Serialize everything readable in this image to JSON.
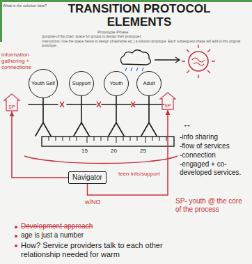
{
  "diagram": {
    "title": "TRANSITION PROTOCOL ELEMENTS",
    "nodes": [
      {
        "text": [
          "Youth Self"
        ]
      },
      {
        "text": [
          "Support"
        ]
      },
      {
        "text": [
          "Youth"
        ]
      },
      {
        "text": [
          "Adult"
        ]
      },
      {
        "text": [
          "Navigator"
        ]
      },
      {
        "text": [
          "SP"
        ]
      },
      {
        "text": [
          "SP"
        ]
      }
    ],
    "edges": [
      {
        "from": 4,
        "to": 5,
        "arrow": "to"
      },
      {
        "from": 4,
        "to": 6,
        "arrow": "to"
      }
    ],
    "labels": [
      "What is the solution idea?",
      "Prototype Phase",
      "(purpose of flip chart: space for groups to design their prototype)",
      "Instructions: Use the space below to design (draw/write etc.) a solution prototype. Each subsequent phase will add to this original prototype.",
      "information gathering + connections",
      "15",
      "20",
      "25",
      "teen info/support",
      "w/NO",
      "↔",
      "-info sharing",
      "-flow of services",
      "-connection",
      "-engaged + co-developed services.",
      "SP- youth @ the core of the process",
      "Development approach",
      "age is just a number",
      "How? Service providers talk to each other relationship needed for warm"
    ]
  }
}
